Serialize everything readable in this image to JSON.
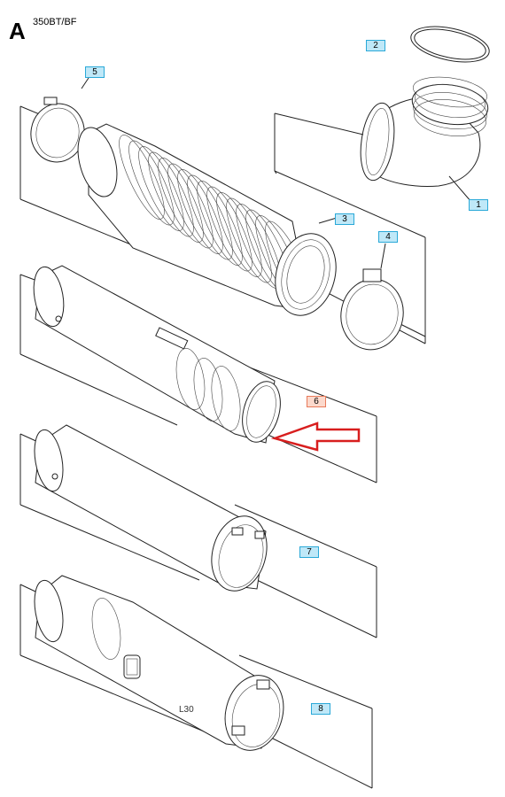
{
  "header": {
    "letter": "A",
    "model": "350BT/BF"
  },
  "callouts": [
    {
      "id": "part-1",
      "label": "1"
    },
    {
      "id": "part-2",
      "label": "2"
    },
    {
      "id": "part-3",
      "label": "3"
    },
    {
      "id": "part-4",
      "label": "4"
    },
    {
      "id": "part-5",
      "label": "5"
    },
    {
      "id": "part-6",
      "label": "6"
    },
    {
      "id": "part-7",
      "label": "7"
    },
    {
      "id": "part-8",
      "label": "8"
    }
  ],
  "colors": {
    "callout_fill": "#bfe8f8",
    "callout_border": "#2aa9d8",
    "highlight_fill": "#fcd9cc",
    "highlight_border": "#e87a5a",
    "arrow": "#d81e1e"
  },
  "tube8_mark": "L30"
}
